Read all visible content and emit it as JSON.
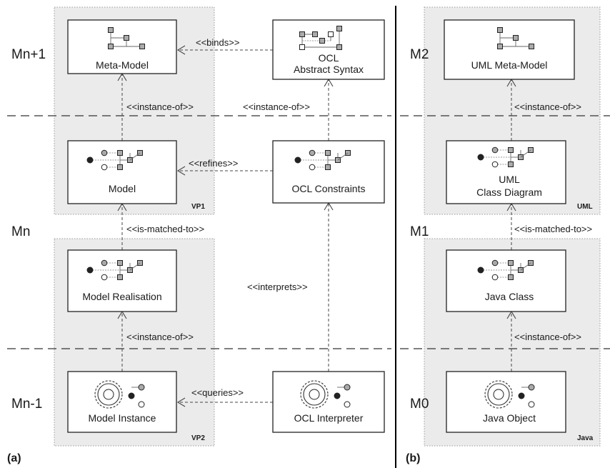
{
  "levels": {
    "left": [
      "Mn+1",
      "Mn",
      "Mn-1"
    ],
    "right": [
      "M2",
      "M1",
      "M0"
    ]
  },
  "panels": {
    "a": "(a)",
    "b": "(b)"
  },
  "viewpoints": {
    "vp1": "VP1",
    "vp2": "VP2",
    "uml": "UML",
    "java": "Java"
  },
  "boxes": {
    "metamodel": [
      "Meta-Model"
    ],
    "ocl_abstract": [
      "OCL",
      "Abstract Syntax"
    ],
    "model": [
      "Model"
    ],
    "ocl_constraints": [
      "OCL Constraints"
    ],
    "model_realisation": [
      "Model Realisation"
    ],
    "model_instance": [
      "Model Instance"
    ],
    "ocl_interpreter": [
      "OCL Interpreter"
    ],
    "uml_metamodel": [
      "UML Meta-Model"
    ],
    "uml_class_diagram": [
      "UML",
      "Class Diagram"
    ],
    "java_class": [
      "Java Class"
    ],
    "java_object": [
      "Java Object"
    ]
  },
  "relations": {
    "binds": "<<binds>>",
    "instance_of": "<<instance-of>>",
    "refines": "<<refines>>",
    "is_matched_to": "<<is-matched-to>>",
    "interprets": "<<interprets>>",
    "queries": "<<queries>>"
  },
  "colors": {
    "region_fill": "#ebebeb",
    "box_border": "#222222",
    "separator": "#333333"
  }
}
